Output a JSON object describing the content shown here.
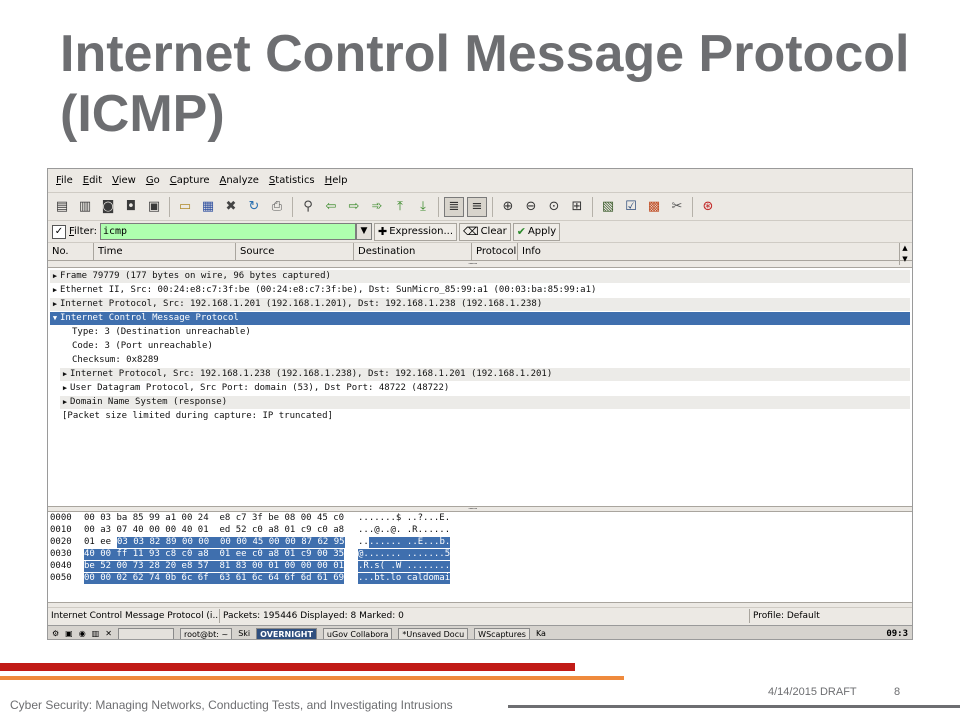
{
  "slide": {
    "title": "Internet Control Message Protocol (ICMP)",
    "footer_text": "Cyber Security: Managing Networks, Conducting Tests, and Investigating Intrusions",
    "date": "4/14/2015 DRAFT",
    "page_number": "8"
  },
  "wireshark": {
    "menu": [
      "File",
      "Edit",
      "View",
      "Go",
      "Capture",
      "Analyze",
      "Statistics",
      "Help"
    ],
    "filter": {
      "label": "Filter:",
      "value": "icmp",
      "expression_button": "Expression...",
      "clear_button": "Clear",
      "apply_button": "Apply"
    },
    "packet_list_columns": [
      "No.",
      "Time",
      "Source",
      "Destination",
      "Protocol",
      "Info"
    ],
    "details": [
      "Frame 79779 (177 bytes on wire, 96 bytes captured)",
      "Ethernet II, Src: 00:24:e8:c7:3f:be (00:24:e8:c7:3f:be), Dst: SunMicro_85:99:a1 (00:03:ba:85:99:a1)",
      "Internet Protocol, Src: 192.168.1.201 (192.168.1.201), Dst: 192.168.1.238 (192.168.1.238)",
      "Internet Control Message Protocol",
      "Type: 3 (Destination unreachable)",
      "Code: 3 (Port unreachable)",
      "Checksum: 0x8289",
      "Internet Protocol, Src: 192.168.1.238 (192.168.1.238), Dst: 192.168.1.201 (192.168.1.201)",
      "User Datagram Protocol, Src Port: domain (53), Dst Port: 48722 (48722)",
      "Domain Name System (response)",
      "[Packet size limited during capture: IP truncated]"
    ],
    "hex": {
      "offsets": [
        "0000",
        "0010",
        "0020",
        "0030",
        "0040",
        "0050"
      ],
      "row0_bytes": "00 03 ba 85 99 a1 00 24  e8 c7 3f be 08 00 45 c0",
      "row1_bytes": "00 a3 07 40 00 00 40 01  ed 52 c0 a8 01 c9 c0 a8",
      "row2_plain": "01 ee ",
      "row2_hl": "03 03 82 89 00 00  00 00 45 00 00 87 62 95",
      "row3_bytes": "40 00 ff 11 93 c8 c0 a8  01 ee c0 a8 01 c9 00 35",
      "row4_bytes": "be 52 00 73 28 20 e8 57  81 83 00 01 00 00 00 01",
      "row5_bytes": "00 00 02 62 74 0b 6c 6f  63 61 6c 64 6f 6d 61 69",
      "row0_ascii": ".......$ ..?...E.",
      "row1_ascii": "...@..@. .R......",
      "row2_ascii_plain": "..",
      "row2_ascii_hl": "...... ..E...b.",
      "row3_ascii": "@....... .......5",
      "row4_ascii": ".R.s( .W ........",
      "row5_ascii": "...bt.lo caldomai"
    },
    "status": {
      "field": "Internet Control Message Protocol (i...",
      "packets": "Packets: 195446 Displayed: 8 Marked: 0",
      "profile": "Profile: Default"
    },
    "taskbar": {
      "items": [
        "root@bt: ~",
        "Ski",
        "OVERNIGHT",
        "uGov Collabora",
        "*Unsaved Docu",
        "WScaptures",
        "Ka"
      ],
      "clock": "09:3"
    }
  }
}
